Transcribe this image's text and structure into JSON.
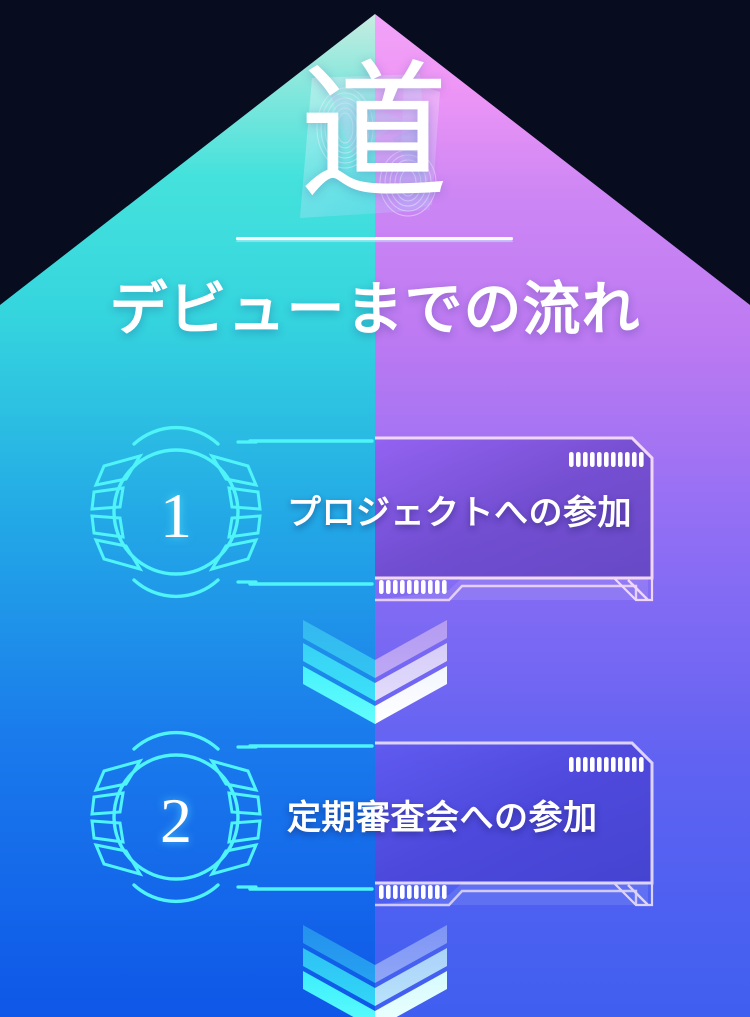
{
  "theme": {
    "background": "#070d1e",
    "left_gradient_top": "#3fe3dc",
    "left_gradient_bottom": "#0f57e8",
    "right_gradient_top": "#b877f2",
    "right_gradient_bottom": "#3f5ff0",
    "apex_left": "#c8ece0",
    "apex_right": "#ef96f6",
    "neon_cyan": "#4ff4f8",
    "panel_border": "#f0d8f5",
    "text_white": "#ffffff"
  },
  "hero": {
    "kanji": "道",
    "divider": "horizontal-rule",
    "title": "デビューまでの流れ"
  },
  "steps": [
    {
      "number": "1",
      "label": "プロジェクトへの参加",
      "badge_icon": "numbered-ring-badge",
      "tick_count_top": 11,
      "tick_count_bottom": 10
    },
    {
      "number": "2",
      "label": "定期審査会への参加",
      "badge_icon": "numbered-ring-badge",
      "tick_count_top": 11,
      "tick_count_bottom": 10
    }
  ],
  "arrows": [
    {
      "name": "chevron-down-group",
      "chevron_count": 3
    },
    {
      "name": "chevron-down-group",
      "chevron_count": 3
    }
  ]
}
